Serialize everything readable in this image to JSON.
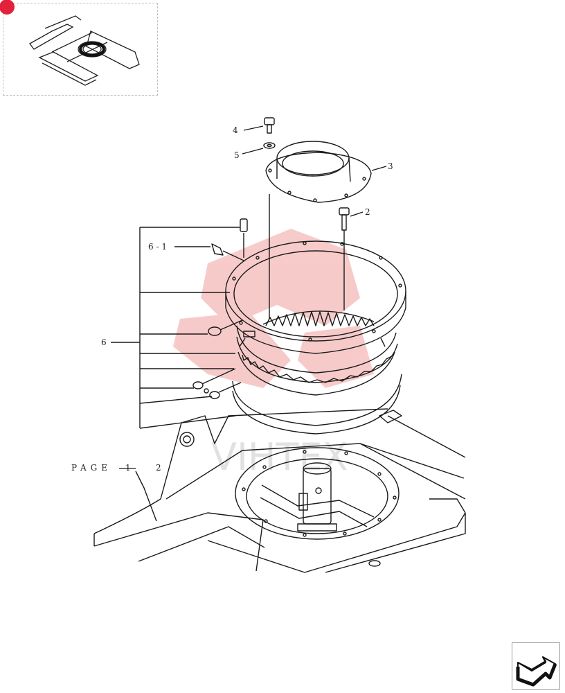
{
  "callouts": {
    "c4": "4",
    "c5": "5",
    "c3": "3",
    "c2": "2",
    "c6_1": "6 - 1",
    "c6": "6"
  },
  "page_ref": {
    "label": "PAGE",
    "number": "1",
    "sub": "2"
  },
  "watermark": "VIHTEX",
  "colors": {
    "line": "#1a1a1a",
    "watermark": "#f2a0a0",
    "badge": "#e2213a"
  },
  "icons": {
    "nav": "next-page-arrow-icon",
    "thumbnail": "excavator-thumbnail-icon"
  }
}
